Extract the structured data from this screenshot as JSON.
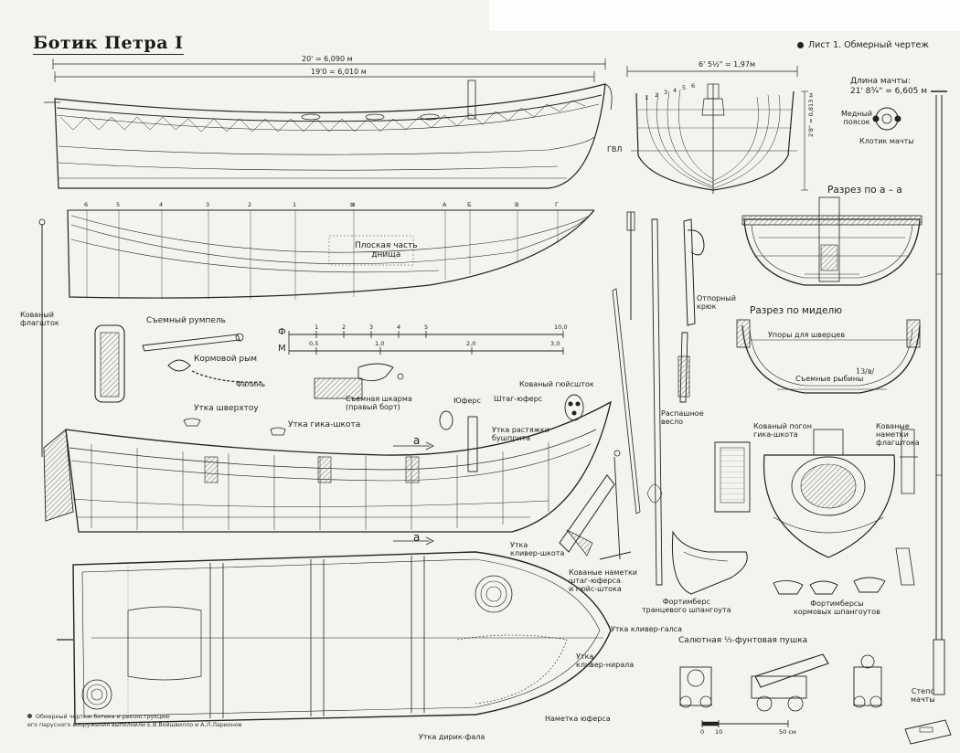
{
  "title": "Ботик Петра I",
  "sheet_label": "Лист 1. Обмерный чертеж",
  "credit_lines": [
    "Обмерный чертеж ботика и реконструкцию",
    "его парусного вооружения выполнили Е.В.Войшвилло и А.Л.Ларионов"
  ],
  "dimensions": {
    "length_overall": "20' = 6,090 м",
    "length_waterline": "19'0 = 6,010 м",
    "beam": "6' 5½\" = 1,97м",
    "depth": "2'8\" = 0,813 м",
    "mast_length_label": "Длина мачты:",
    "mast_length_value": "21' 8¾\" = 6,605 м"
  },
  "scale_bar": {
    "feet_letter": "Ф",
    "meters_letter": "М",
    "feet_ticks": [
      "1",
      "2",
      "3",
      "4",
      "5",
      "10,0"
    ],
    "meter_ticks": [
      "0,5",
      "1,0",
      "2,0",
      "3,0"
    ],
    "bottom_ticks": [
      "0",
      "10",
      "50 см"
    ]
  },
  "station_marks_top": [
    "6",
    "5",
    "4",
    "3",
    "2",
    "1",
    "⊠",
    "А",
    "Б",
    "В",
    "Г"
  ],
  "section_marks": [
    "1",
    "2",
    "3",
    "4",
    "5",
    "6"
  ],
  "labels": {
    "flat_bottom": "Плоская часть\nднища",
    "gvl": "ГВЛ",
    "copper_band": "Медный\nпоясок",
    "mast_truck": "Клотик мачты",
    "section_aa": "Разрез по а – а",
    "section_midship": "Разрез по миделю",
    "thwart_supports": "Упоры для шверцев",
    "removable_thwarts": "Съемные рыбины",
    "boat_hook": "Отпорный\nкрюк",
    "oar": "Распашное\nвесло",
    "flagstaff": "Кованый\nфлагшток",
    "tiller": "Съемный румпель",
    "stern_eye": "Кормовой рым",
    "painter": "Фалинь",
    "removable_gunwale": "Съемная шкарма\n(правый борт)",
    "yufers": "Юферс",
    "jack_staff": "Кованый гюйсшток",
    "stay_yufers": "Штаг-юферс",
    "cleat_shverkhtou": "Утка шверхтоу",
    "cleat_gik_shkota": "Утка гика-шкота",
    "cleat_bowsprit": "Утка растяжки\nбушприта",
    "section_a": "а",
    "forged_gik_runner": "Кованый погон\nгика-шкота",
    "forged_flag_marks": "Кованые\nнаметки\nфлагштока",
    "cleat_kliver_shkota": "Утка\nкливер-шкота",
    "forged_stay_marks": "Кованые наметки\nштаг-юферса\nи гюйс-штока",
    "transom_timber": "Фортимберс\nтранцевого шпангоута",
    "stern_timbers": "Фортимберсы\nкормовых шпангоутов",
    "cleat_kliver_galsa": "Утка кливер-галса",
    "cleat_kliver_nirala": "Утка\nкливер-нирала",
    "salute_gun": "Салютная ⅓-фунтовая пушка",
    "yufers_mark": "Наметка юферса",
    "cleat_dirik": "Утка дирик-фала",
    "mast_step": "Степс\nмачты",
    "handwritten": "13/в/"
  },
  "colors": {
    "ink": "#222222",
    "paper": "#f4f3ef",
    "hatch": "#555555"
  }
}
